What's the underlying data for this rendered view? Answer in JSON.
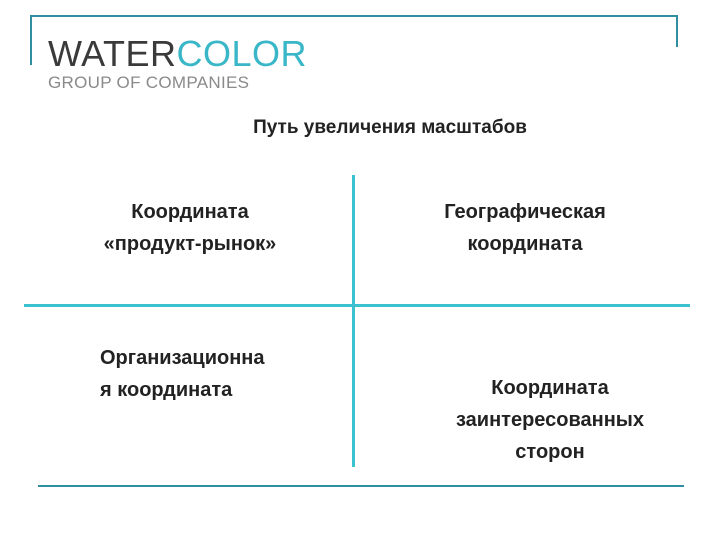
{
  "logo": {
    "word_part1": "WATER",
    "word_part2": "COLOR",
    "subtitle": "GROUP OF COMPANIES",
    "colors": {
      "water": "#3a3a3a",
      "color": "#39b6c7",
      "subtitle": "#8a8a8a"
    }
  },
  "slide": {
    "title": "Путь увеличения масштабов",
    "quadrants": {
      "top_left": "Координата\n«продукт-рынок»",
      "top_right": "Географическая\nкоордината",
      "bottom_left": "Организационна\nя координата",
      "bottom_right": "Координата\nзаинтересованных\nсторон"
    }
  },
  "colors": {
    "frame": "#2f8fa0",
    "axes": "#3cc1cf",
    "text": "#222222"
  }
}
